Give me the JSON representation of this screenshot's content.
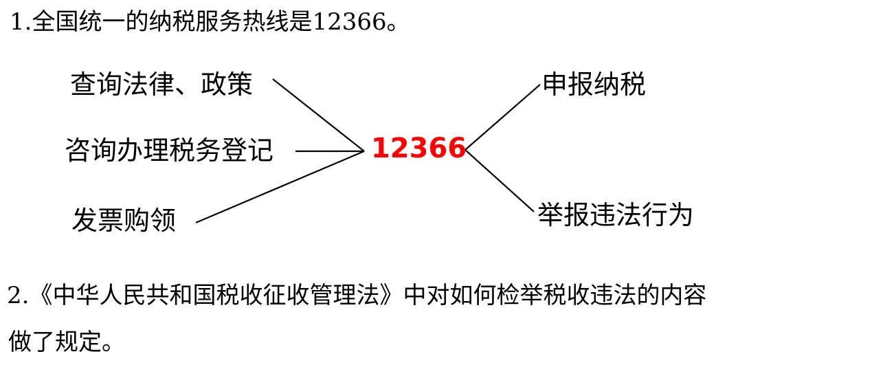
{
  "item1": {
    "text": "1.全国统一的纳税服务热线是12366。"
  },
  "diagram": {
    "center": {
      "label": "12366",
      "color": "#ff0000"
    },
    "left_nodes": [
      {
        "label": "查询法律、政策"
      },
      {
        "label": "咨询办理税务登记"
      },
      {
        "label": "发票购领"
      }
    ],
    "right_nodes": [
      {
        "label": "申报纳税"
      },
      {
        "label": "举报违法行为"
      }
    ],
    "line_color": "#000000"
  },
  "item2": {
    "line1": "2.《中华人民共和国税收征收管理法》中对如何检举税收违法的内容",
    "line2": "做了规定。"
  }
}
